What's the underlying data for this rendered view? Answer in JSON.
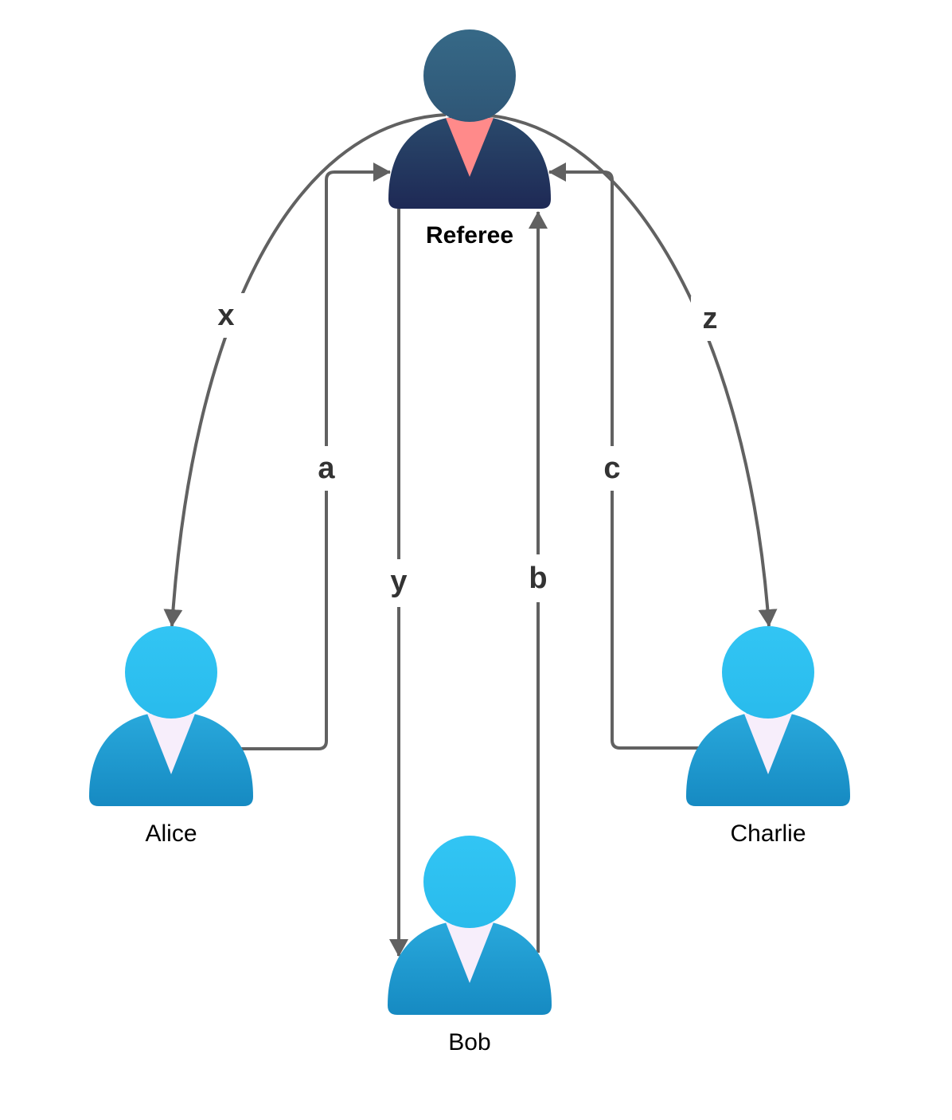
{
  "nodes": {
    "referee": {
      "label": "Referee",
      "style": "dark",
      "head_color": "#336583",
      "body_color": "#1f2d55",
      "tie_color": "#ff8a8a"
    },
    "alice": {
      "label": "Alice",
      "style": "light",
      "head_color": "#2ec4f3",
      "body_color": "#1a92c6",
      "tie_color": "#f7eefb"
    },
    "bob": {
      "label": "Bob",
      "style": "light",
      "head_color": "#2ec4f3",
      "body_color": "#1a92c6",
      "tie_color": "#f7eefb"
    },
    "charlie": {
      "label": "Charlie",
      "style": "light",
      "head_color": "#2ec4f3",
      "body_color": "#1a92c6",
      "tie_color": "#f7eefb"
    }
  },
  "edges": [
    {
      "from": "Referee",
      "to": "Alice",
      "label": "x"
    },
    {
      "from": "Alice",
      "to": "Referee",
      "label": "a"
    },
    {
      "from": "Referee",
      "to": "Bob",
      "label": "y"
    },
    {
      "from": "Bob",
      "to": "Referee",
      "label": "b"
    },
    {
      "from": "Charlie",
      "to": "Referee",
      "label": "c"
    },
    {
      "from": "Referee",
      "to": "Charlie",
      "label": "z"
    }
  ],
  "colors": {
    "edge": "#616161",
    "edge_label": "#333333",
    "background": "#ffffff"
  }
}
